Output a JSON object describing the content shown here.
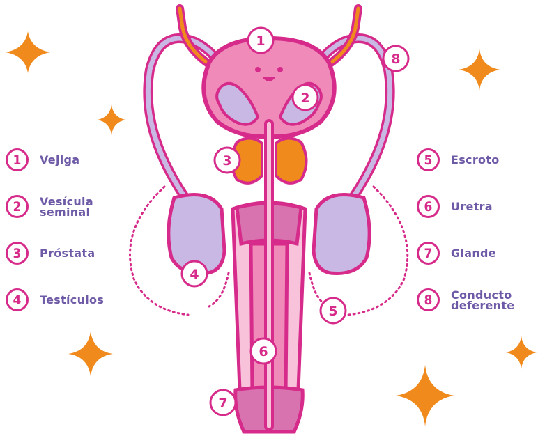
{
  "colors": {
    "magenta": "#d62b8a",
    "pink": "#f08ab8",
    "light_pink": "#f7c2da",
    "lavender": "#c9b8e3",
    "orange": "#f08a1c",
    "label_purple": "#6e5aa6",
    "star_orange": "#f08a1c"
  },
  "legend_left": [
    {
      "num": "1",
      "label": "Vejiga"
    },
    {
      "num": "2",
      "label": "Vesícula\nseminal"
    },
    {
      "num": "3",
      "label": "Próstata"
    },
    {
      "num": "4",
      "label": "Testículos"
    }
  ],
  "legend_right": [
    {
      "num": "5",
      "label": "Escroto"
    },
    {
      "num": "6",
      "label": "Uretra"
    },
    {
      "num": "7",
      "label": "Glande"
    },
    {
      "num": "8",
      "label": "Conducto\ndeferente"
    }
  ],
  "diagram_markers": [
    "1",
    "2",
    "3",
    "4",
    "5",
    "6",
    "7",
    "8"
  ]
}
